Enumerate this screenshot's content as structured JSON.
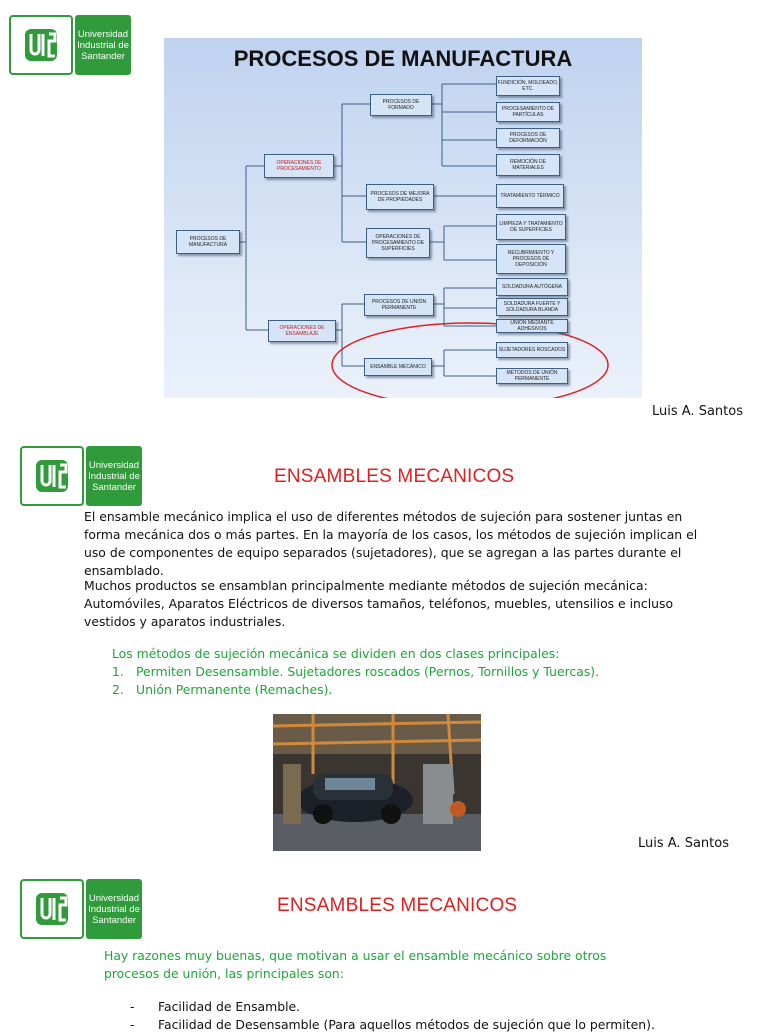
{
  "university": {
    "line1": "Universidad",
    "line2": "Industrial de",
    "line3": "Santander"
  },
  "slide1": {
    "diagram_title": "PROCESOS DE MANUFACTURA",
    "root": "PROCESOS DE MANUFACTURA",
    "group_processing": "OPERACIONES DE PROCESAMIENTO",
    "group_assembly": "OPERACIONES DE ENSAMBLAJE",
    "formado": "PROCESOS DE FORMADO",
    "mejora": "PROCESOS DE MEJORA DE PROPIEDADES",
    "superficies": "OPERACIONES DE PROCESAMIENTO DE SUPERFICIES",
    "union_perm": "PROCESOS DE UNIÓN PERMANENTE",
    "ensamble_mec": "ENSAMBLE MECÁNICO",
    "fundicion": "FUNDICIÓN, MOLDEADO, ETC.",
    "particulas": "PROCESAMIENTO DE PARTÍCULAS",
    "deformacion": "PROCESOS DE DEFORMACIÓN",
    "remocion": "REMOCIÓN DE MATERIALES",
    "termico": "TRATAMIENTO TÉRMICO",
    "limpieza": "LIMPIEZA Y TRATAMIENTO DE SUPERFICIES",
    "recubrimiento": "RECUBRIMIENTO Y PROCESOS DE DEPOSICIÓN",
    "soldadura": "SOLDADURA AUTÓGENA",
    "soldadura_fuerte": "SOLDADURA FUERTE Y SOLDADURA BLANDA",
    "adhesivos": "UNIÓN MEDIANTE ADHESIVOS",
    "sujetadores": "SUJETADORES ROSCADOS",
    "metodos_union": "MÉTODOS DE UNIÓN PERMANENTE",
    "author": "Luis A. Santos"
  },
  "slide2": {
    "title": "ENSAMBLES MECANICOS",
    "p1": "El ensamble mecánico implica el uso de diferentes métodos de sujeción para sostener juntas en forma mecánica dos o más partes. En la mayoría de los casos, los métodos de sujeción implican el uso de componentes de equipo separados (sujetadores), que se agregan a las partes durante el ensamblado.",
    "p2": "Muchos productos se ensamblan principalmente  mediante métodos de sujeción mecánica: Automóviles, Aparatos Eléctricos de diversos tamaños, teléfonos, muebles, utensilios e incluso vestidos y aparatos industriales.",
    "p3": "Los métodos de sujeción mecánica se dividen en dos clases principales:",
    "item1_num": "1.",
    "item1": "Permiten Desensamble. Sujetadores roscados (Pernos, Tornillos y Tuercas).",
    "item2_num": "2.",
    "item2": "Unión Permanente (Remaches).",
    "author": "Luis A. Santos"
  },
  "slide3": {
    "title": "ENSAMBLES MECANICOS",
    "p1": "Hay razones muy buenas, que motivan a usar el ensamble mecánico sobre otros procesos de unión, las principales son:",
    "bullet": "-",
    "b1": "Facilidad de Ensamble.",
    "b2": "Facilidad de Desensamble (Para aquellos métodos de sujeción que lo permiten)."
  },
  "colors": {
    "brand_green": "#2f9b3a",
    "title_red": "#e02020",
    "text_green": "#1fa53a",
    "highlight_ellipse": "#e02020"
  }
}
